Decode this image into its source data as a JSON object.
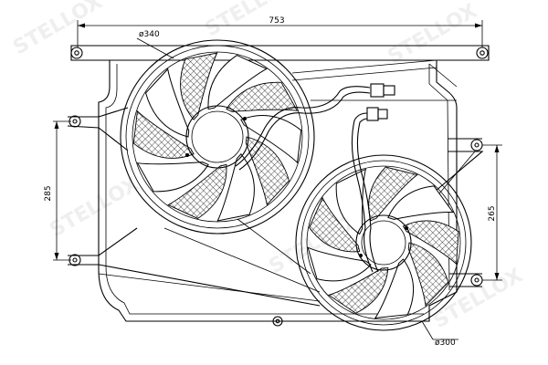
{
  "dimensions": {
    "overall_width": "753",
    "fan_large_diameter": "ø340",
    "fan_small_diameter": "ø300",
    "mount_height_left": "285",
    "mount_height_right": "265"
  },
  "fans": {
    "large_blade_count": 10,
    "small_blade_count": 9
  },
  "colors": {
    "line": "#000000",
    "background": "#ffffff",
    "watermark": "#efefef"
  }
}
